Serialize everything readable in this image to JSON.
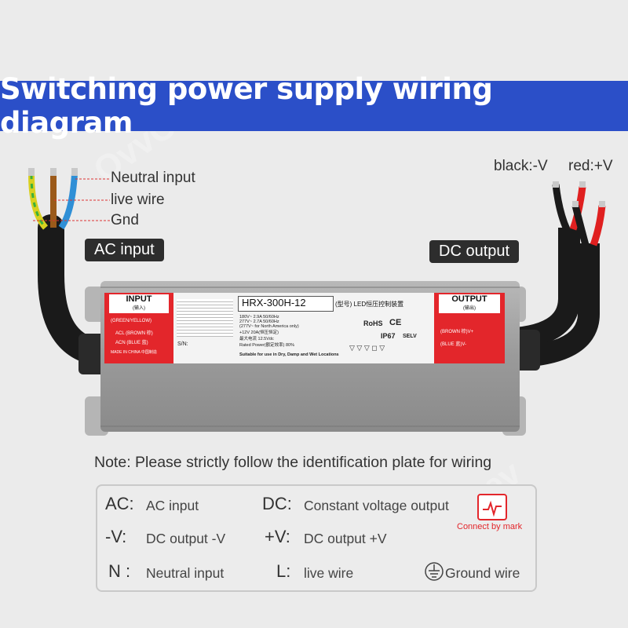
{
  "title": "Switching power supply wiring diagram",
  "ac_labels": {
    "neutral": "Neutral input",
    "live": "live wire",
    "gnd": "Gnd"
  },
  "ac_badge": "AC input",
  "dc_badge": "DC output",
  "dc_labels": {
    "black": "black:-V",
    "red": "red:+V"
  },
  "plate": {
    "input_title": "INPUT",
    "input_sub": "(输入)",
    "input_rows": [
      "(GREEN/YELLOW)",
      "ACL (BROWN 棕)",
      "ACN (BLUE 蓝)",
      "MADE IN CHINA 中国制造"
    ],
    "model": "HRX-300H-12",
    "model_cn": "(型号) LED恒压控制装置",
    "spec_rows": [
      "180V~  2.9A  50/60Hz",
      "277V~  2.7A  50/60Hz",
      "(277V~ for North America only)",
      "+12V  20A(恒压恒定)",
      "最大电流  12.5Vdc",
      "Rated Power(额定效率) 80%"
    ],
    "marks": [
      "RoHS",
      "CE",
      "IP67",
      "SELV"
    ],
    "suitable": "Suitable for use in Dry, Damp and Wet Locations",
    "sn": "S/N:",
    "output_title": "OUTPUT",
    "output_sub": "(输出)",
    "output_rows": [
      "(BROWN 棕)V+",
      "(BLUE 蓝)V-"
    ]
  },
  "note": "Note: Please strictly follow the identification plate for wiring",
  "legend": {
    "items": [
      {
        "key": "AC:",
        "desc": "AC input"
      },
      {
        "key": "DC:",
        "desc": "Constant voltage output"
      },
      {
        "key": "-V:",
        "desc": "DC output  -V"
      },
      {
        "key": "+V:",
        "desc": "DC output +V"
      },
      {
        "key": "N :",
        "desc": "Neutral input"
      },
      {
        "key": "L:",
        "desc": "live wire"
      }
    ],
    "connect_mark": "Connect by mark",
    "ground": "Ground wire"
  },
  "watermark": "QvvCev",
  "colors": {
    "banner": "#2b4fc8",
    "plate_red": "#e3262b",
    "wire_red": "#e02020",
    "wire_black": "#1a1a1a",
    "wire_blue": "#2f8fd6",
    "wire_brown": "#9b5a1a",
    "wire_yellow": "#d8d020"
  }
}
